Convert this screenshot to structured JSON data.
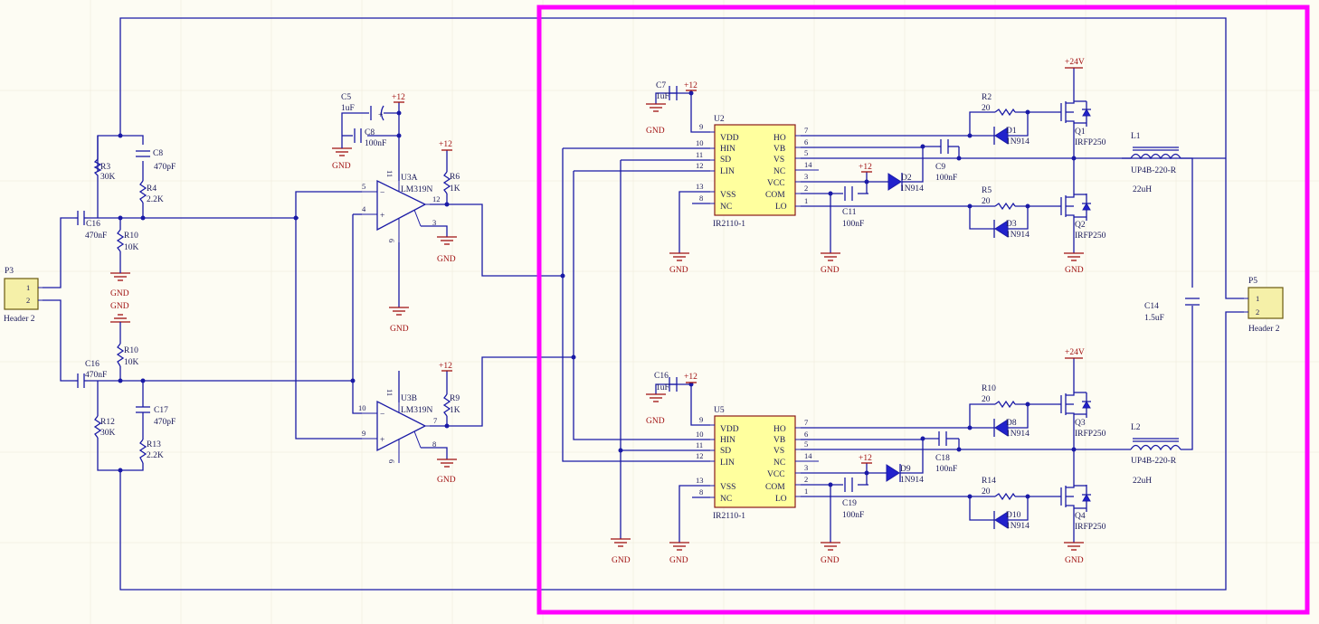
{
  "colors": {
    "wire": "#1a1aa6",
    "power": "#a01010",
    "ic_fill": "#ffff9e",
    "highlight": "#ff00ff",
    "background": "#fdfcf3"
  },
  "connectors": {
    "p3": {
      "ref": "P3",
      "name": "Header 2",
      "pin1": "1",
      "pin2": "2"
    },
    "p5": {
      "ref": "P5",
      "name": "Header 2",
      "pin1": "1",
      "pin2": "2"
    }
  },
  "passives": {
    "r3": {
      "ref": "R3",
      "value": "30K"
    },
    "c8top": {
      "ref": "C8",
      "value": "470pF"
    },
    "r4": {
      "ref": "R4",
      "value": "2.2K"
    },
    "c16a": {
      "ref": "C16",
      "value": "470nF"
    },
    "r10a": {
      "ref": "R10",
      "value": "10K"
    },
    "r10b": {
      "ref": "R10",
      "value": "10K"
    },
    "c16b": {
      "ref": "C16",
      "value": "470nF"
    },
    "c17": {
      "ref": "C17",
      "value": "470pF"
    },
    "r12": {
      "ref": "R12",
      "value": "30K"
    },
    "r13": {
      "ref": "R13",
      "value": "2.2K"
    },
    "c5": {
      "ref": "C5",
      "value": "1uF"
    },
    "c8": {
      "ref": "C8",
      "value": "100nF"
    },
    "r6": {
      "ref": "R6",
      "value": "1K"
    },
    "r9": {
      "ref": "R9",
      "value": "1K"
    },
    "c7": {
      "ref": "C7",
      "value": "1uF"
    },
    "c9": {
      "ref": "C9",
      "value": "100nF"
    },
    "c11": {
      "ref": "C11",
      "value": "100nF"
    },
    "c16c": {
      "ref": "C16",
      "value": "1uF"
    },
    "c18": {
      "ref": "C18",
      "value": "100nF"
    },
    "c19": {
      "ref": "C19",
      "value": "100nF"
    },
    "r2": {
      "ref": "R2",
      "value": "20"
    },
    "r5": {
      "ref": "R5",
      "value": "20"
    },
    "r10c": {
      "ref": "R10",
      "value": "20"
    },
    "r14": {
      "ref": "R14",
      "value": "20"
    },
    "c14": {
      "ref": "C14",
      "value": "1.5uF"
    },
    "l1": {
      "ref": "L1",
      "part": "UP4B-220-R",
      "value": "22uH"
    },
    "l2": {
      "ref": "L2",
      "part": "UP4B-220-R",
      "value": "22uH"
    }
  },
  "diodes": {
    "d1": {
      "ref": "D1",
      "part": "1N914"
    },
    "d2": {
      "ref": "D2",
      "part": "1N914"
    },
    "d3": {
      "ref": "D3",
      "part": "1N914"
    },
    "d8": {
      "ref": "D8",
      "part": "1N914"
    },
    "d9": {
      "ref": "D9",
      "part": "1N914"
    },
    "d10": {
      "ref": "D10",
      "part": "1N914"
    }
  },
  "mosfets": {
    "q1": {
      "ref": "Q1",
      "part": "IRFP250"
    },
    "q2": {
      "ref": "Q2",
      "part": "IRFP250"
    },
    "q3": {
      "ref": "Q3",
      "part": "IRFP250"
    },
    "q4": {
      "ref": "Q4",
      "part": "IRFP250"
    }
  },
  "comparators": {
    "u3a": {
      "ref": "U3A",
      "part": "LM319N",
      "in_neg": "5",
      "in_pos": "4",
      "out": "12",
      "gnd": "3",
      "vcc": "11",
      "vee": "6"
    },
    "u3b": {
      "ref": "U3B",
      "part": "LM319N",
      "in_neg": "10",
      "in_pos": "9",
      "out": "7",
      "gnd": "8",
      "vcc": "11",
      "vee": "6"
    }
  },
  "drivers": {
    "u2": {
      "ref": "U2",
      "part": "IR2110-1"
    },
    "u5": {
      "ref": "U5",
      "part": "IR2110-1"
    },
    "left_pins": [
      {
        "name": "VDD",
        "num": "9"
      },
      {
        "name": "HIN",
        "num": "10"
      },
      {
        "name": "SD",
        "num": "11"
      },
      {
        "name": "LIN",
        "num": "12"
      },
      {
        "name": "VSS",
        "num": "13"
      },
      {
        "name": "NC",
        "num": "8"
      }
    ],
    "right_pins": [
      {
        "name": "HO",
        "num": "7"
      },
      {
        "name": "VB",
        "num": "6"
      },
      {
        "name": "VS",
        "num": "5"
      },
      {
        "name": "NC",
        "num": "14"
      },
      {
        "name": "VCC",
        "num": "3"
      },
      {
        "name": "COM",
        "num": "2"
      },
      {
        "name": "LO",
        "num": "1"
      }
    ]
  },
  "power": {
    "p12": "+12",
    "p24": "+24V",
    "gnd": "GND"
  }
}
